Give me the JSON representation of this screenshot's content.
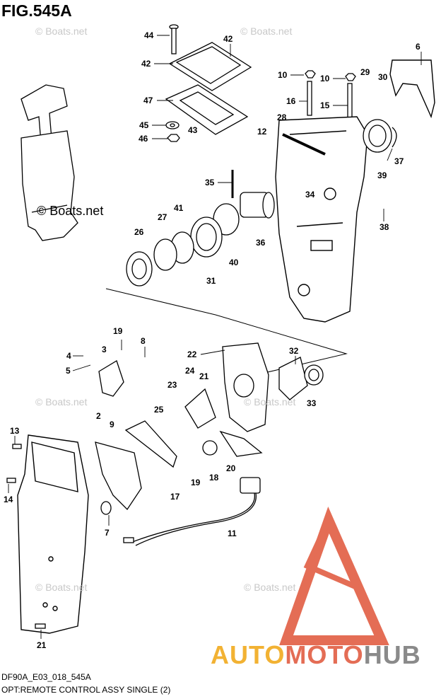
{
  "figure": {
    "title": "FIG.545A",
    "code": "DF90A_E03_018_545A",
    "caption": "OPT:REMOTE CONTROL ASSY SINGLE (2)"
  },
  "watermark": {
    "text": "© Boats.net"
  },
  "brand": {
    "part1": "AUTO",
    "part2": "MOTO",
    "part3": "HUB",
    "colors": {
      "auto": "#f2b233",
      "moto": "#e46d55",
      "hub": "#8a8a8a",
      "logo": "#e46d55"
    }
  },
  "callouts": [
    "44",
    "42",
    "42",
    "47",
    "45",
    "43",
    "46",
    "10",
    "10",
    "29",
    "30",
    "6",
    "16",
    "15",
    "28",
    "12",
    "39",
    "37",
    "35",
    "34",
    "38",
    "27",
    "41",
    "26",
    "36",
    "40",
    "31",
    "19",
    "8",
    "4",
    "3",
    "5",
    "22",
    "32",
    "21",
    "24",
    "9",
    "23",
    "25",
    "33",
    "2",
    "13",
    "14",
    "7",
    "19",
    "18",
    "20",
    "17",
    "11",
    "21"
  ]
}
